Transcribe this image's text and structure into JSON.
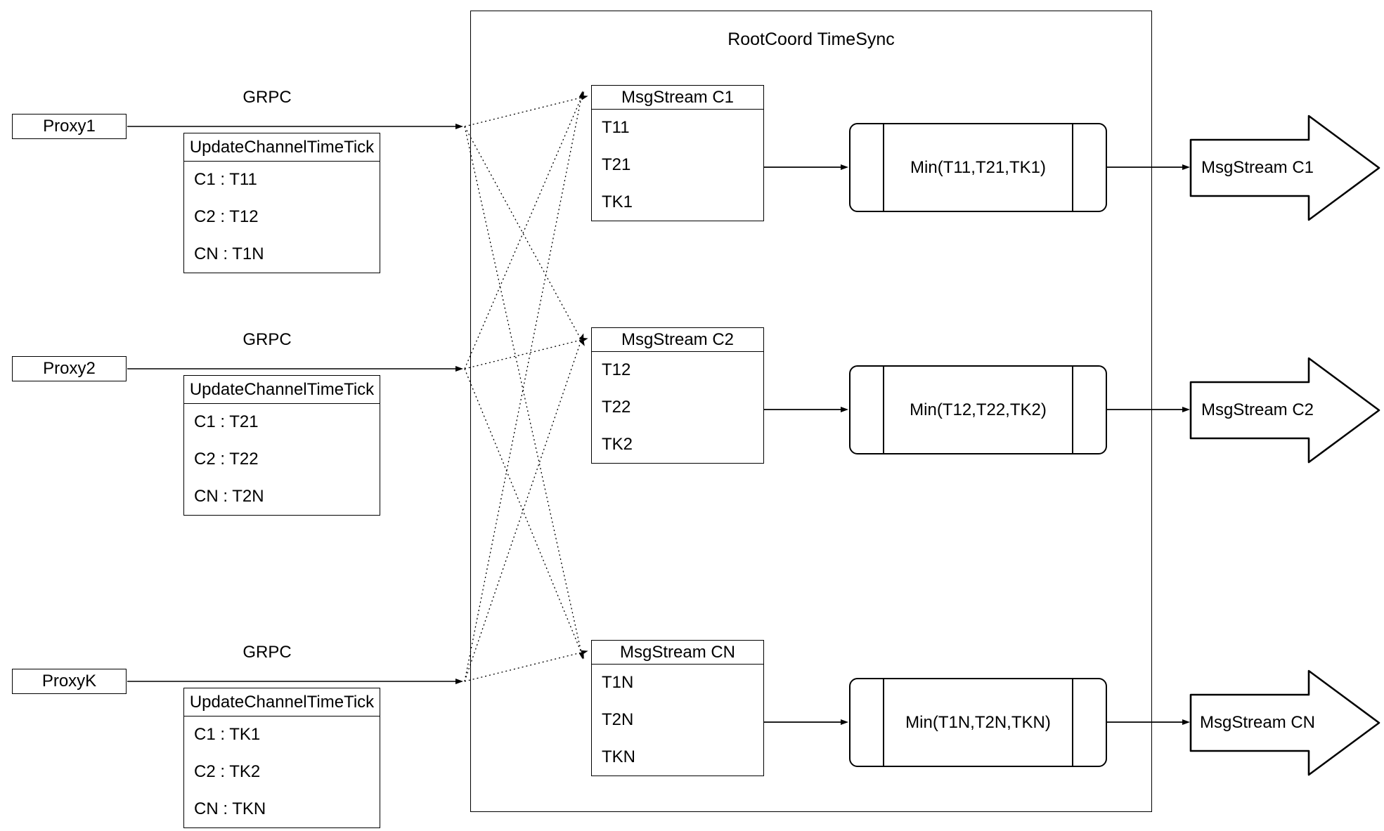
{
  "title": "RootCoord TimeSync",
  "proxies": [
    {
      "name": "Proxy1",
      "protocol": "GRPC",
      "tick_header": "UpdateChannelTimeTick",
      "ticks": [
        "C1 : T11",
        "C2 : T12",
        "CN : T1N"
      ]
    },
    {
      "name": "Proxy2",
      "protocol": "GRPC",
      "tick_header": "UpdateChannelTimeTick",
      "ticks": [
        "C1 : T21",
        "C2 : T22",
        "CN : T2N"
      ]
    },
    {
      "name": "ProxyK",
      "protocol": "GRPC",
      "tick_header": "UpdateChannelTimeTick",
      "ticks": [
        "C1 : TK1",
        "C2 : TK2",
        "CN : TKN"
      ]
    }
  ],
  "streams": [
    {
      "header": "MsgStream C1",
      "timestamps": [
        "T11",
        "T21",
        "TK1"
      ],
      "min_label": "Min(T11,T21,TK1)",
      "output_label": "MsgStream C1"
    },
    {
      "header": "MsgStream C2",
      "timestamps": [
        "T12",
        "T22",
        "TK2"
      ],
      "min_label": "Min(T12,T22,TK2)",
      "output_label": "MsgStream C2"
    },
    {
      "header": "MsgStream CN",
      "timestamps": [
        "T1N",
        "T2N",
        "TKN"
      ],
      "min_label": "Min(T1N,T2N,TKN)",
      "output_label": "MsgStream CN"
    }
  ]
}
